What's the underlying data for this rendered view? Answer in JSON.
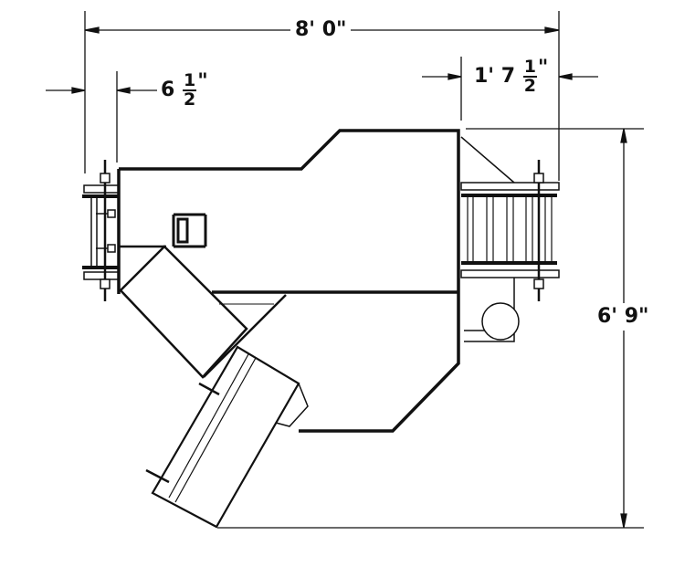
{
  "drawing": {
    "dimensions": {
      "overall_width": "8' 0\"",
      "left_offset": {
        "whole": "6",
        "numerator": "1",
        "denominator": "2",
        "unit": "\""
      },
      "right_offset": {
        "whole": "1' 7",
        "numerator": "1",
        "denominator": "2",
        "unit": "\""
      },
      "overall_depth": "6' 9\""
    },
    "colors": {
      "line": "#111111",
      "background": "#ffffff"
    }
  }
}
